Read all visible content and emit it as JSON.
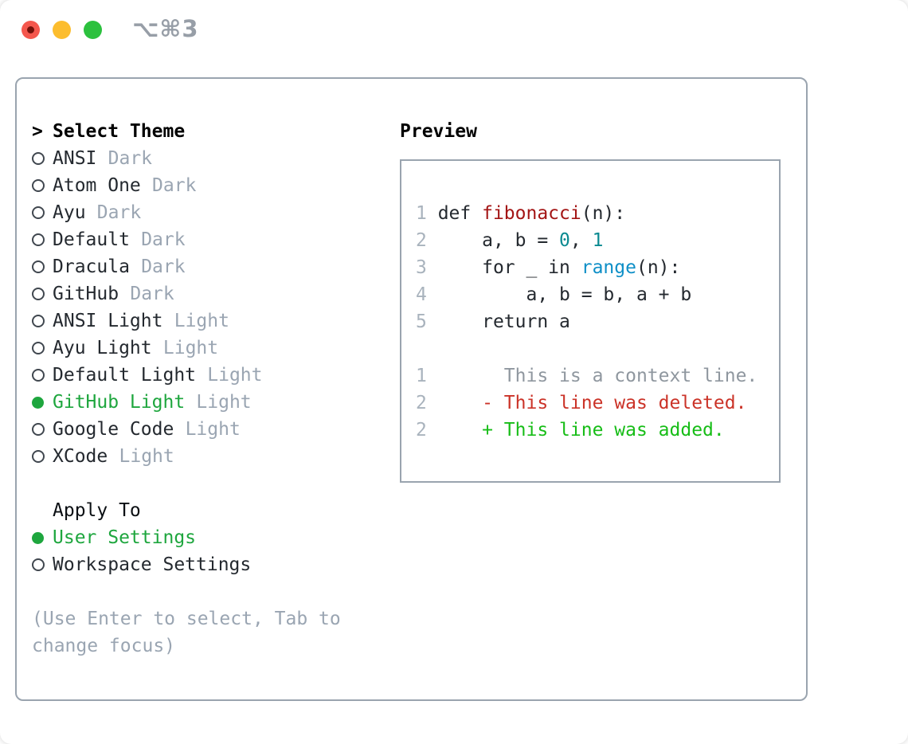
{
  "titlebar": {
    "shortcut": "⌥⌘3",
    "buttons": [
      "close",
      "minimize",
      "zoom"
    ]
  },
  "colors": {
    "selection_green": "#1ea63e",
    "panel_border": "#9aa4af",
    "muted_gray": "#9aa5b2",
    "traffic_red": "#f4574d",
    "traffic_yellow": "#fcbd2e",
    "traffic_green": "#2cc13e"
  },
  "sidebar": {
    "prompt": ">",
    "title": "Select Theme",
    "themes": [
      {
        "name": "ANSI",
        "variant": "Dark",
        "selected": false
      },
      {
        "name": "Atom One",
        "variant": "Dark",
        "selected": false
      },
      {
        "name": "Ayu",
        "variant": "Dark",
        "selected": false
      },
      {
        "name": "Default",
        "variant": "Dark",
        "selected": false
      },
      {
        "name": "Dracula",
        "variant": "Dark",
        "selected": false
      },
      {
        "name": "GitHub",
        "variant": "Dark",
        "selected": false
      },
      {
        "name": "ANSI Light",
        "variant": "Light",
        "selected": false
      },
      {
        "name": "Ayu Light",
        "variant": "Light",
        "selected": false
      },
      {
        "name": "Default Light",
        "variant": "Light",
        "selected": false
      },
      {
        "name": "GitHub Light",
        "variant": "Light",
        "selected": true
      },
      {
        "name": "Google Code",
        "variant": "Light",
        "selected": false
      },
      {
        "name": "XCode",
        "variant": "Light",
        "selected": false
      }
    ],
    "apply_to": {
      "title": "Apply To",
      "options": [
        {
          "label": "User Settings",
          "selected": true
        },
        {
          "label": "Workspace Settings",
          "selected": false
        }
      ]
    },
    "hint_lines": [
      "(Use Enter to select, Tab to",
      "change focus)"
    ]
  },
  "preview": {
    "title": "Preview",
    "token_colors": {
      "lineno": "#a9b3bd",
      "plain": "#24292f",
      "fn": "#a31515",
      "num": "#0b8a91",
      "builtin": "#0e8fc7",
      "ctx": "#8f979f",
      "del": "#cb3328",
      "add": "#17bd17"
    },
    "code_lines": [
      {
        "tokens": [
          {
            "t": "1 ",
            "c": "lineno"
          },
          {
            "t": "def ",
            "c": "plain"
          },
          {
            "t": "fibonacci",
            "c": "fn"
          },
          {
            "t": "(n):",
            "c": "plain"
          }
        ]
      },
      {
        "tokens": [
          {
            "t": "2 ",
            "c": "lineno"
          },
          {
            "t": "    a, b = ",
            "c": "plain"
          },
          {
            "t": "0",
            "c": "num"
          },
          {
            "t": ", ",
            "c": "plain"
          },
          {
            "t": "1",
            "c": "num"
          }
        ]
      },
      {
        "tokens": [
          {
            "t": "3 ",
            "c": "lineno"
          },
          {
            "t": "    for _ in ",
            "c": "plain"
          },
          {
            "t": "range",
            "c": "builtin"
          },
          {
            "t": "(n):",
            "c": "plain"
          }
        ]
      },
      {
        "tokens": [
          {
            "t": "4 ",
            "c": "lineno"
          },
          {
            "t": "        a, b = b, a + b",
            "c": "plain"
          }
        ]
      },
      {
        "tokens": [
          {
            "t": "5 ",
            "c": "lineno"
          },
          {
            "t": "    return a",
            "c": "plain"
          }
        ]
      },
      {
        "tokens": []
      },
      {
        "tokens": [
          {
            "t": "1",
            "c": "lineno"
          },
          {
            "t": "       This is a context line.",
            "c": "ctx"
          }
        ]
      },
      {
        "tokens": [
          {
            "t": "2",
            "c": "lineno"
          },
          {
            "t": "     ",
            "c": "plain"
          },
          {
            "t": "- This line was deleted.",
            "c": "del"
          }
        ]
      },
      {
        "tokens": [
          {
            "t": "2",
            "c": "lineno"
          },
          {
            "t": "     ",
            "c": "plain"
          },
          {
            "t": "+ This line was added.",
            "c": "add"
          }
        ]
      }
    ]
  }
}
